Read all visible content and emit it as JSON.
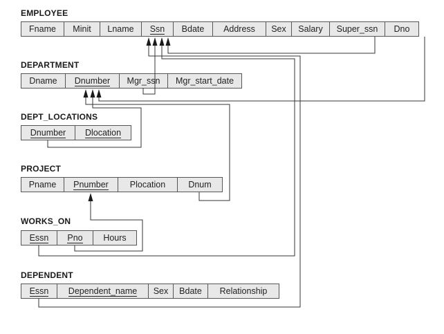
{
  "tables": [
    {
      "id": "employee",
      "title": "EMPLOYEE",
      "columns": [
        {
          "name": "Fname",
          "pk": false
        },
        {
          "name": "Minit",
          "pk": false
        },
        {
          "name": "Lname",
          "pk": false
        },
        {
          "name": "Ssn",
          "pk": true
        },
        {
          "name": "Bdate",
          "pk": false
        },
        {
          "name": "Address",
          "pk": false
        },
        {
          "name": "Sex",
          "pk": false
        },
        {
          "name": "Salary",
          "pk": false
        },
        {
          "name": "Super_ssn",
          "pk": false
        },
        {
          "name": "Dno",
          "pk": false
        }
      ]
    },
    {
      "id": "department",
      "title": "DEPARTMENT",
      "columns": [
        {
          "name": "Dname",
          "pk": false
        },
        {
          "name": "Dnumber",
          "pk": true
        },
        {
          "name": "Mgr_ssn",
          "pk": false
        },
        {
          "name": "Mgr_start_date",
          "pk": false
        }
      ]
    },
    {
      "id": "dept-locations",
      "title": "DEPT_LOCATIONS",
      "columns": [
        {
          "name": "Dnumber",
          "pk": true
        },
        {
          "name": "Dlocation",
          "pk": true
        }
      ]
    },
    {
      "id": "project",
      "title": "PROJECT",
      "columns": [
        {
          "name": "Pname",
          "pk": false
        },
        {
          "name": "Pnumber",
          "pk": true
        },
        {
          "name": "Plocation",
          "pk": false
        },
        {
          "name": "Dnum",
          "pk": false
        }
      ]
    },
    {
      "id": "works-on",
      "title": "WORKS_ON",
      "columns": [
        {
          "name": "Essn",
          "pk": true
        },
        {
          "name": "Pno",
          "pk": true
        },
        {
          "name": "Hours",
          "pk": false
        }
      ]
    },
    {
      "id": "dependent",
      "title": "DEPENDENT",
      "columns": [
        {
          "name": "Essn",
          "pk": true
        },
        {
          "name": "Dependent_name",
          "pk": true
        },
        {
          "name": "Sex",
          "pk": false
        },
        {
          "name": "Bdate",
          "pk": false
        },
        {
          "name": "Relationship",
          "pk": false
        }
      ]
    }
  ],
  "references": [
    {
      "from": "employee.Super_ssn",
      "to": "employee.Ssn"
    },
    {
      "from": "employee.Dno",
      "to": "department.Dnumber"
    },
    {
      "from": "department.Mgr_ssn",
      "to": "employee.Ssn"
    },
    {
      "from": "dept-locations.Dnumber",
      "to": "department.Dnumber"
    },
    {
      "from": "project.Dnum",
      "to": "department.Dnumber"
    },
    {
      "from": "works-on.Essn",
      "to": "employee.Ssn"
    },
    {
      "from": "works-on.Pno",
      "to": "project.Pnumber"
    },
    {
      "from": "dependent.Essn",
      "to": "employee.Ssn"
    }
  ]
}
